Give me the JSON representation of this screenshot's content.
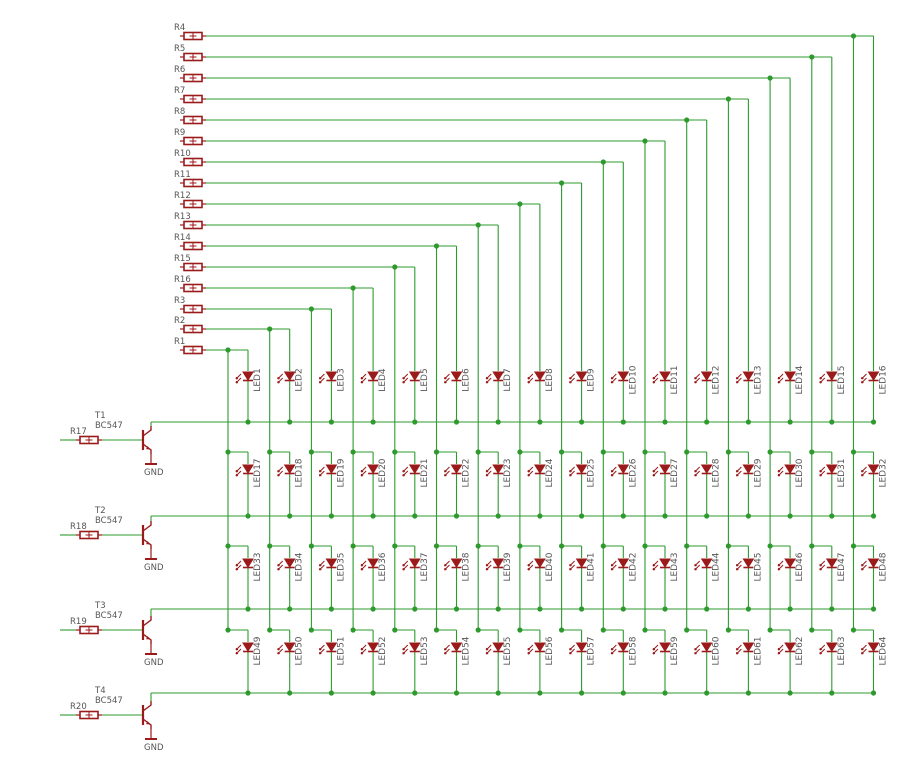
{
  "colors": {
    "wire": "#2e9a2e",
    "junction": "#2e9a2e",
    "component": "#9b1b1b",
    "label": "#555555",
    "background": "#ffffff"
  },
  "row_resistor_labels": [
    "R4",
    "R5",
    "R6",
    "R7",
    "R8",
    "R9",
    "R10",
    "R11",
    "R12",
    "R13",
    "R14",
    "R15",
    "R16",
    "R3",
    "R2",
    "R1"
  ],
  "column_led_labels": [
    [
      "LED1",
      "LED2",
      "LED3",
      "LED4",
      "LED5",
      "LED6",
      "LED7",
      "LED8",
      "LED9",
      "LED10",
      "LED11",
      "LED12",
      "LED13",
      "LED14",
      "LED15",
      "LED16"
    ],
    [
      "LED17",
      "LED18",
      "LED19",
      "LED20",
      "LED21",
      "LED22",
      "LED23",
      "LED24",
      "LED25",
      "LED26",
      "LED27",
      "LED28",
      "LED29",
      "LED30",
      "LED31",
      "LED32"
    ],
    [
      "LED33",
      "LED34",
      "LED35",
      "LED36",
      "LED37",
      "LED38",
      "LED39",
      "LED40",
      "LED41",
      "LED42",
      "LED43",
      "LED44",
      "LED45",
      "LED46",
      "LED47",
      "LED48"
    ],
    [
      "LED49",
      "LED50",
      "LED51",
      "LED52",
      "LED53",
      "LED54",
      "LED55",
      "LED56",
      "LED57",
      "LED58",
      "LED59",
      "LED60",
      "LED61",
      "LED62",
      "LED63",
      "LED64"
    ]
  ],
  "transistors": [
    {
      "name": "T1",
      "type": "BC547",
      "base_resistor": "R17",
      "ground": "GND"
    },
    {
      "name": "T2",
      "type": "BC547",
      "base_resistor": "R18",
      "ground": "GND"
    },
    {
      "name": "T3",
      "type": "BC547",
      "base_resistor": "R19",
      "ground": "GND"
    },
    {
      "name": "T4",
      "type": "BC547",
      "base_resistor": "R20",
      "ground": "GND"
    }
  ]
}
